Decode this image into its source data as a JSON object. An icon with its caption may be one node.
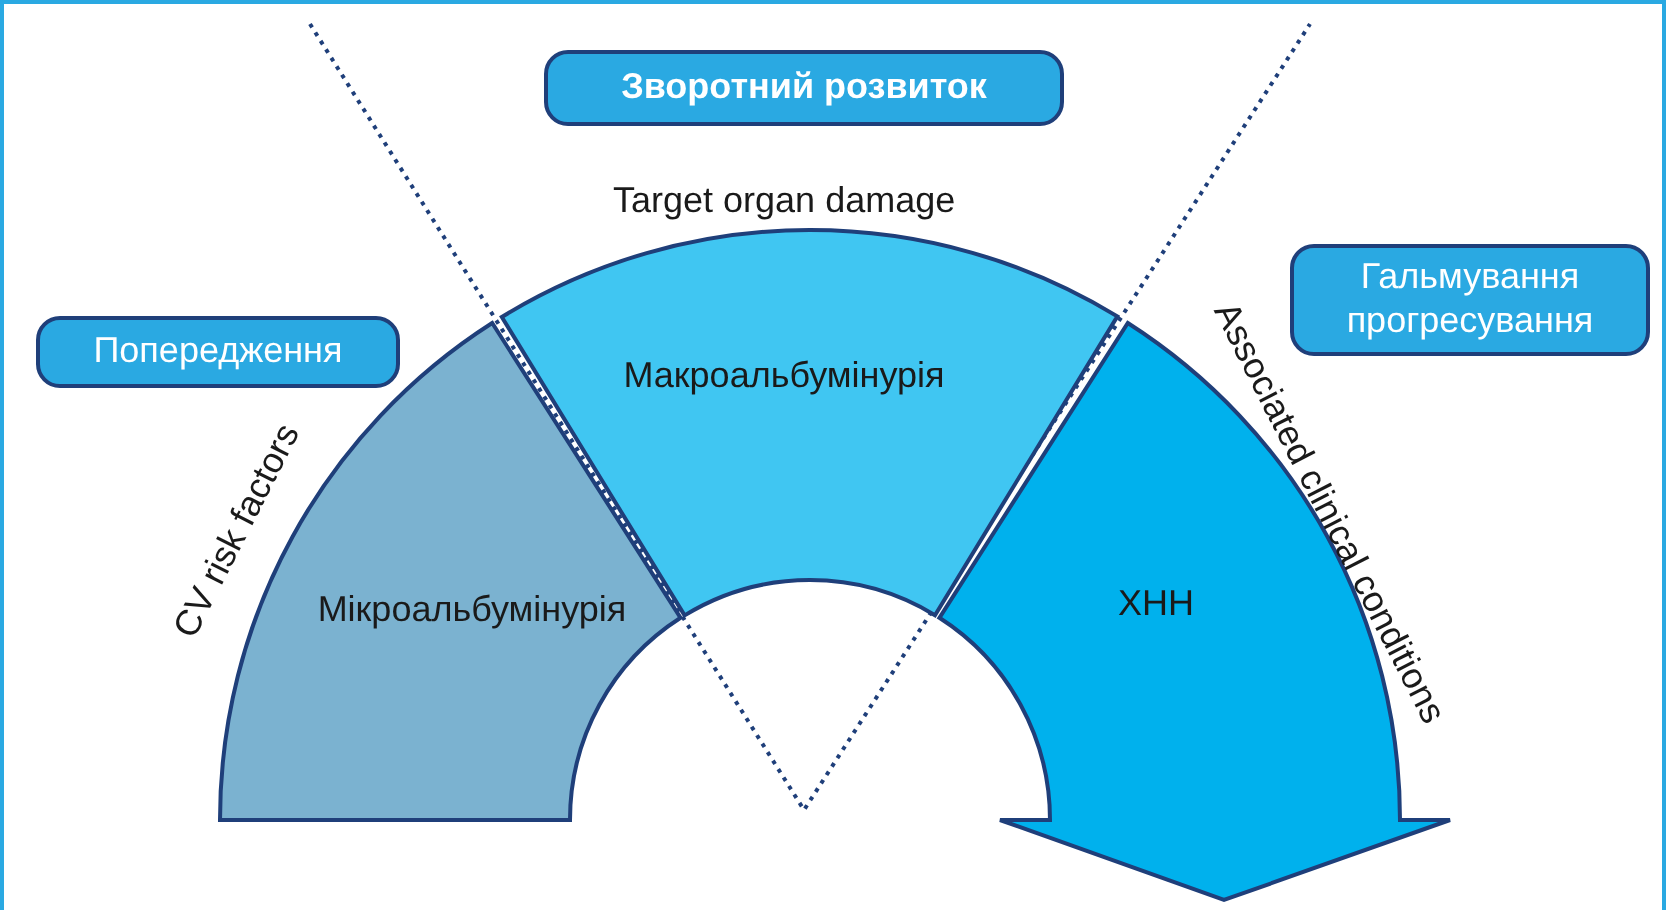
{
  "diagram": {
    "nodes": [
      {
        "text": [
          "Зворотний розвиток"
        ]
      },
      {
        "text": [
          "Гальмування прогресування"
        ]
      },
      {
        "text": [
          "Попередження"
        ]
      },
      {
        "text": [
          "Макроальбумінурія"
        ]
      },
      {
        "text": [
          "Мікроальбумінурія"
        ]
      },
      {
        "text": [
          "ХНН"
        ]
      }
    ],
    "edges": [],
    "labels": [
      "Target organ damage",
      "CV risk factors",
      "Associated clinical conditions"
    ]
  }
}
